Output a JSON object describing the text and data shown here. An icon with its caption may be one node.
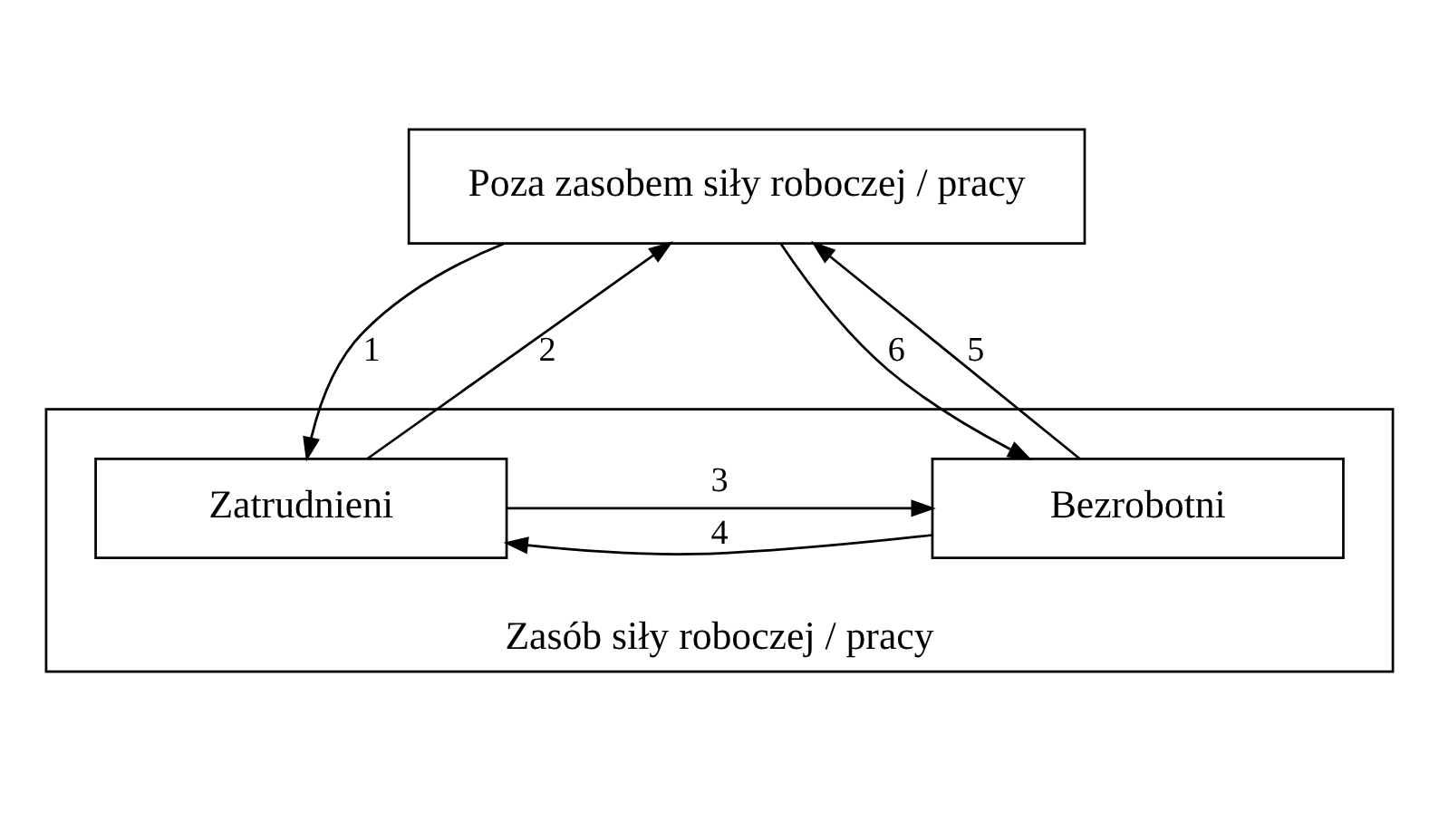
{
  "diagram": {
    "nodes": [
      {
        "text": [
          "Poza zasobem siły roboczej / pracy"
        ]
      },
      {
        "text": [
          "Zasób siły roboczej / pracy"
        ]
      },
      {
        "text": [
          "Zatrudnieni"
        ],
        "in": 1
      },
      {
        "text": [
          "Bezrobotni"
        ],
        "in": 1
      }
    ],
    "edges": [
      {
        "from": 0,
        "to": 2,
        "arrow": "to",
        "label": "1"
      },
      {
        "from": 2,
        "to": 0,
        "arrow": "to",
        "label": "2"
      },
      {
        "from": 2,
        "to": 3,
        "arrow": "to",
        "label": "3"
      },
      {
        "from": 3,
        "to": 2,
        "arrow": "to",
        "label": "4"
      },
      {
        "from": 3,
        "to": 0,
        "arrow": "to",
        "label": "5"
      },
      {
        "from": 0,
        "to": 3,
        "arrow": "to",
        "label": "6"
      }
    ]
  }
}
